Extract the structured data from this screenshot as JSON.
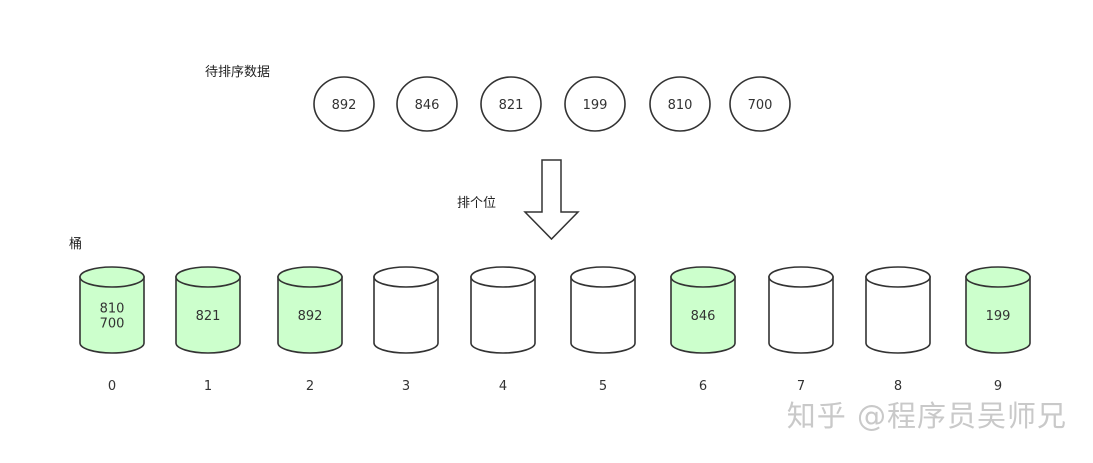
{
  "input_label": "待排序数据",
  "input_values": [
    "892",
    "846",
    "821",
    "199",
    "810",
    "700"
  ],
  "step_label": "排个位",
  "bucket_label": "桶",
  "buckets": [
    {
      "index": "0",
      "items": [
        "810",
        "700"
      ]
    },
    {
      "index": "1",
      "items": [
        "821"
      ]
    },
    {
      "index": "2",
      "items": [
        "892"
      ]
    },
    {
      "index": "3",
      "items": []
    },
    {
      "index": "4",
      "items": []
    },
    {
      "index": "5",
      "items": []
    },
    {
      "index": "6",
      "items": [
        "846"
      ]
    },
    {
      "index": "7",
      "items": []
    },
    {
      "index": "8",
      "items": []
    },
    {
      "index": "9",
      "items": [
        "199"
      ]
    }
  ],
  "colors": {
    "filled": "#ccffcc",
    "empty": "#ffffff",
    "stroke": "#333333"
  },
  "watermark": "知乎 @程序员吴师兄"
}
